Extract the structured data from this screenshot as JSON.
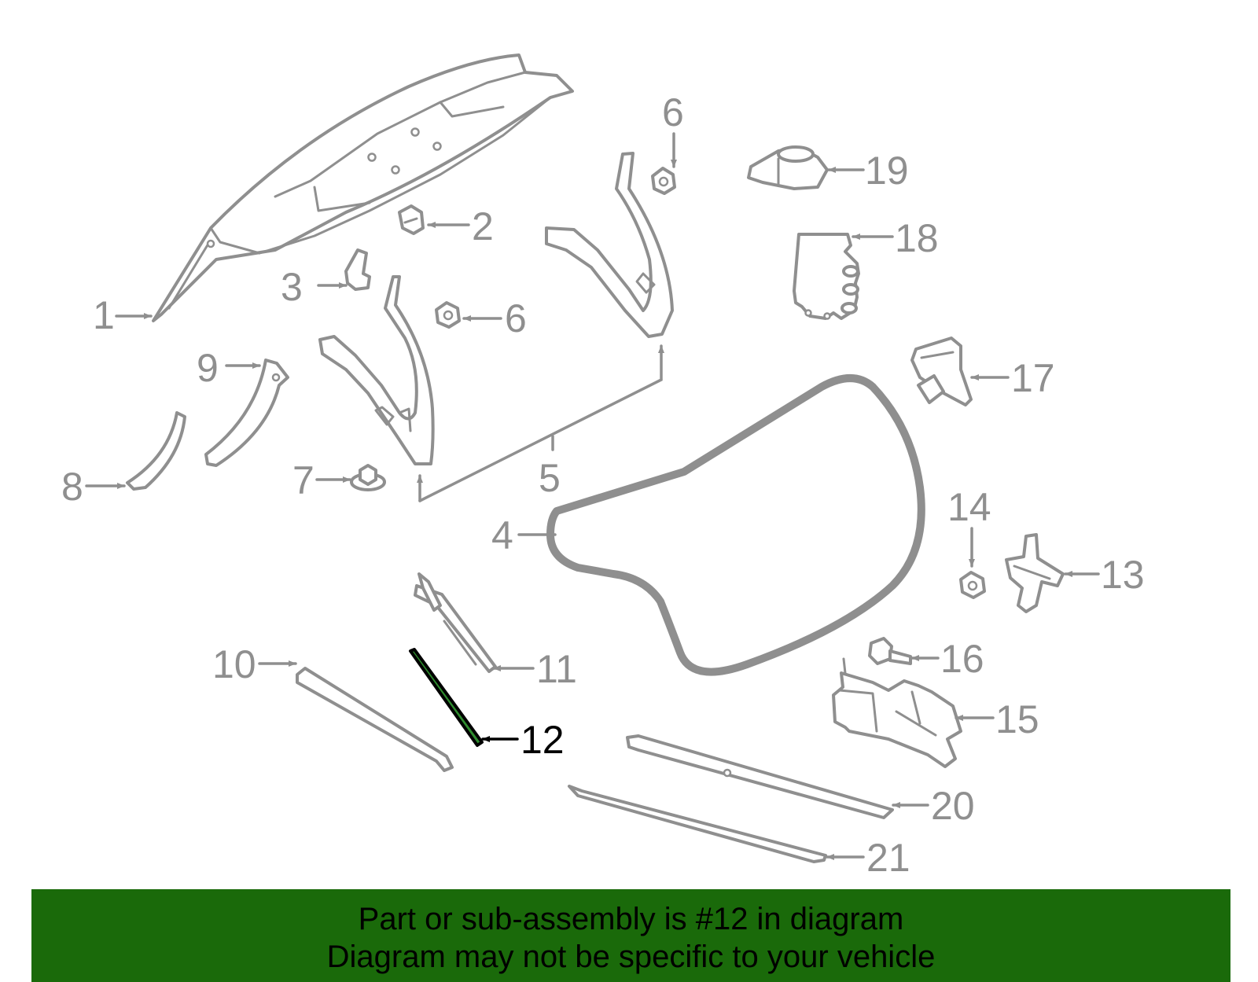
{
  "callouts": {
    "c1": "1",
    "c2": "2",
    "c3": "3",
    "c4": "4",
    "c5": "5",
    "c6a": "6",
    "c6b": "6",
    "c7": "7",
    "c8": "8",
    "c9": "9",
    "c10": "10",
    "c11": "11",
    "c12": "12",
    "c13": "13",
    "c14": "14",
    "c15": "15",
    "c16": "16",
    "c17": "17",
    "c18": "18",
    "c19": "19",
    "c20": "20",
    "c21": "21"
  },
  "highlighted_part": "12",
  "colors": {
    "line": "#8f8f8f",
    "highlight": "#000000",
    "highlight_fill": "#2e8b2e",
    "banner": "#1a6a0a"
  },
  "banner": {
    "line1": "Part or sub-assembly is #12 in diagram",
    "line2": "Diagram may not be specific to your vehicle"
  }
}
